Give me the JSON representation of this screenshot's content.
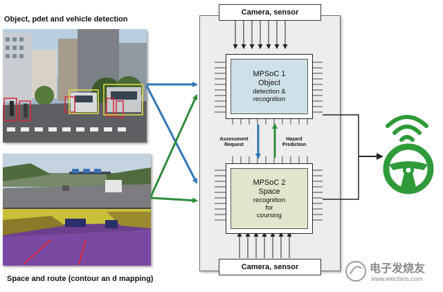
{
  "captions": {
    "top": "Object, pdet and vehicle detection",
    "bottom": "Space and route (contour an d  mapping)"
  },
  "labels": {
    "camera_top": "Camera,  sensor",
    "camera_bottom": "Camera,  sensor",
    "assessment": [
      "Assessment",
      "Request"
    ],
    "hazard": [
      "Hazard",
      "Prediction"
    ]
  },
  "chip1": {
    "title": [
      "MPSoC 1",
      "Object"
    ],
    "sub": [
      "detection &",
      "recognition"
    ],
    "fill": "#cfe1e8"
  },
  "chip2": {
    "title": [
      "MPSoC 2",
      "Space"
    ],
    "sub": [
      "recognition",
      "for",
      "coursing"
    ],
    "fill": "#dfe6cc"
  },
  "colors": {
    "blue_arrow": "#2e75b6",
    "green_arrow": "#2e8b3a",
    "wheel": "#2f9a3a"
  },
  "icons": {
    "steering": "steering-wheel-icon",
    "wireless": "wireless-signal-icon"
  },
  "watermark": {
    "brand": "电子发烧友",
    "url": "www.elecfans.com"
  }
}
